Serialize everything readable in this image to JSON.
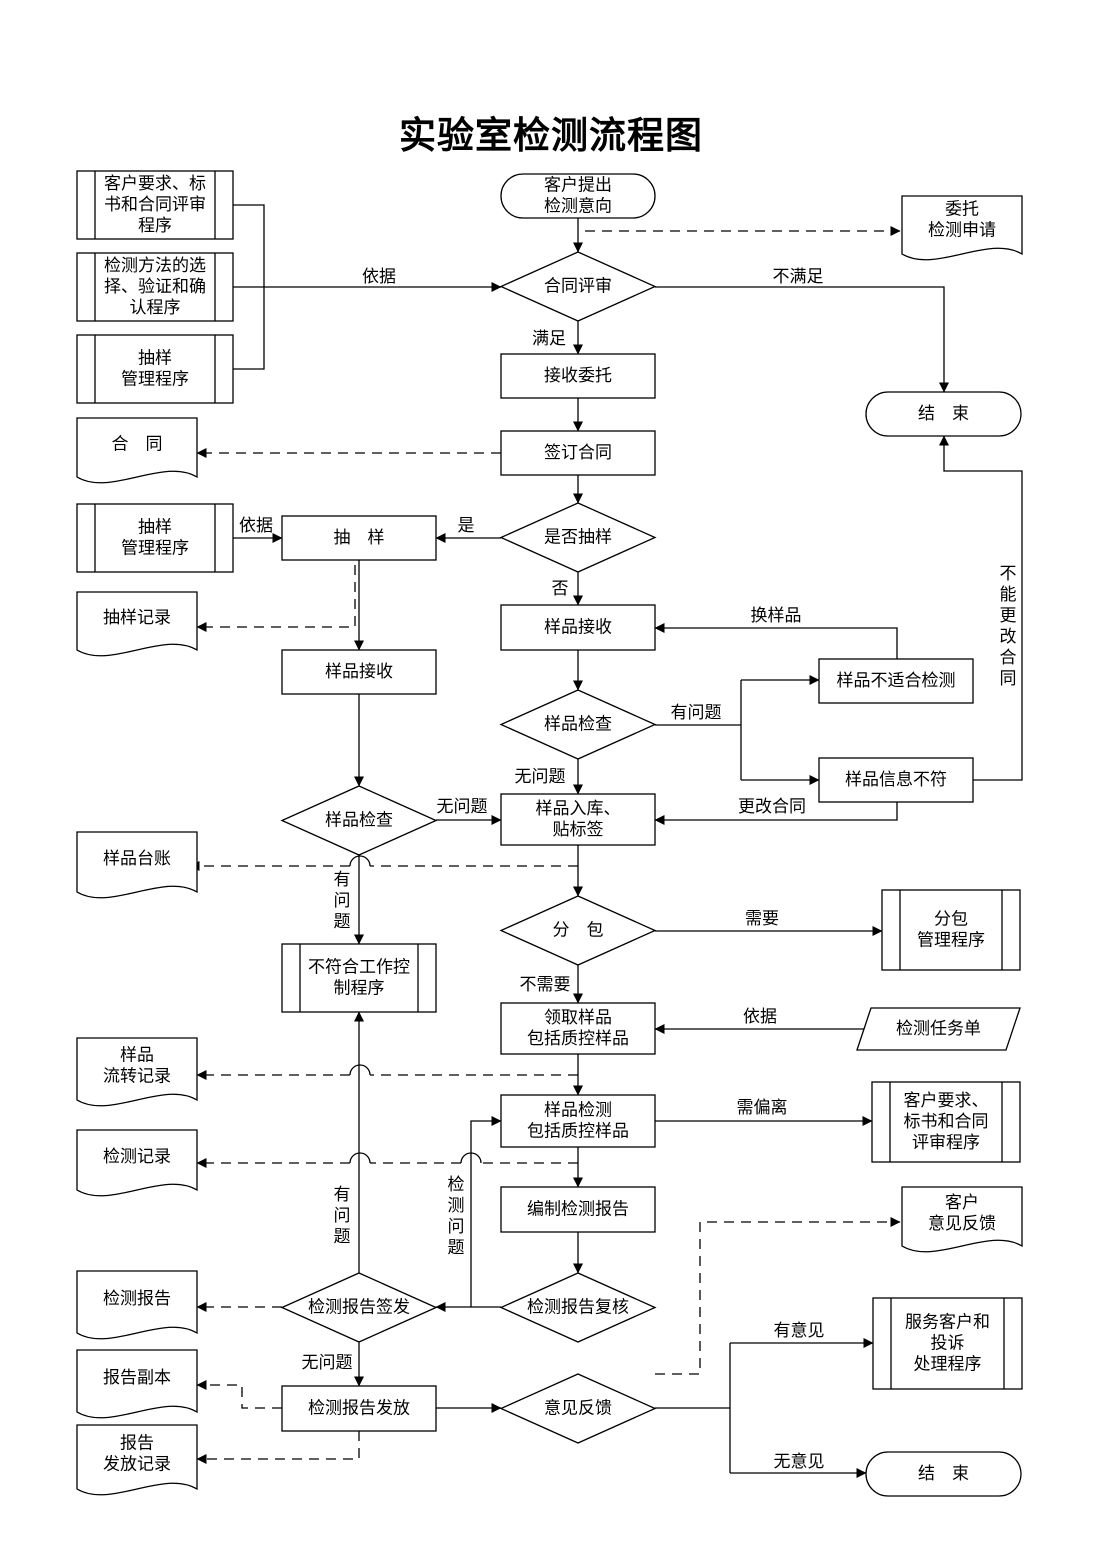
{
  "title": "实验室检测流程图",
  "nodes": {
    "start": [
      "客户提出",
      "检测意向"
    ],
    "weituo": [
      "委托",
      "检测申请"
    ],
    "doc_contract_review": [
      "客户要求、标",
      "书和合同评审",
      "程序"
    ],
    "doc_method": [
      "检测方法的选",
      "择、验证和确",
      "认程序"
    ],
    "doc_sampling_1": [
      "抽样",
      "管理程序"
    ],
    "contract_review": [
      "合同评审"
    ],
    "end_1": [
      "结　束"
    ],
    "receive_entrust": [
      "接收委托"
    ],
    "contract_doc": [
      "合　同"
    ],
    "sign_contract": [
      "签订合同"
    ],
    "doc_sampling_2": [
      "抽样",
      "管理程序"
    ],
    "sampling": [
      "抽　样"
    ],
    "is_sampling": [
      "是否抽样"
    ],
    "sampling_record": [
      "抽样记录"
    ],
    "sample_receive_left": [
      "样品接收"
    ],
    "sample_receive_right": [
      "样品接收"
    ],
    "sample_unsuitable": [
      "样品不适合检测"
    ],
    "sample_check_right": [
      "样品检查"
    ],
    "sample_info_mismatch": [
      "样品信息不符"
    ],
    "sample_check_left": [
      "样品检查"
    ],
    "sample_storage": [
      "样品入库、",
      "贴标签"
    ],
    "sample_ledger": [
      "样品台账"
    ],
    "subcontract": [
      "分　包"
    ],
    "doc_subcontract": [
      "分包",
      "管理程序"
    ],
    "nonconforming": [
      "不符合工作控",
      "制程序"
    ],
    "collect_sample": [
      "领取样品",
      "包括质控样品"
    ],
    "task_sheet": [
      "检测任务单"
    ],
    "flow_record": [
      "样品",
      "流转记录"
    ],
    "test_sample": [
      "样品检测",
      "包括质控样品"
    ],
    "doc_client_req": [
      "客户要求、",
      "标书和合同",
      "评审程序"
    ],
    "test_record": [
      "检测记录"
    ],
    "compile_report": [
      "编制检测报告"
    ],
    "client_feedback_doc": [
      "客户",
      "意见反馈"
    ],
    "test_report": [
      "检测报告"
    ],
    "report_sign": [
      "检测报告签发"
    ],
    "report_review": [
      "检测报告复核"
    ],
    "doc_service": [
      "服务客户和",
      "投诉",
      "处理程序"
    ],
    "report_copy": [
      "报告副本"
    ],
    "report_issue": [
      "检测报告发放"
    ],
    "feedback": [
      "意见反馈"
    ],
    "issue_record": [
      "报告",
      "发放记录"
    ],
    "end_2": [
      "结　束"
    ]
  },
  "edge_labels": {
    "basis_1": "依据",
    "not_satisfied": "不满足",
    "satisfied": "满足",
    "basis_2": "依据",
    "yes": "是",
    "no": "否",
    "change_sample": "换样品",
    "has_problem_right": "有问题",
    "no_problem_right": "无问题",
    "no_problem_left": "无问题",
    "change_contract": "更改合同",
    "cannot_change": "不能更改合同",
    "has_problem_left": "有问题",
    "need": "需要",
    "not_need": "不需要",
    "basis_3": "依据",
    "need_deviation": "需偏离",
    "has_problem_sign": "有问题",
    "test_problem": "检测问题",
    "no_problem_sign": "无问题",
    "has_opinion": "有意见",
    "no_opinion": "无意见"
  }
}
